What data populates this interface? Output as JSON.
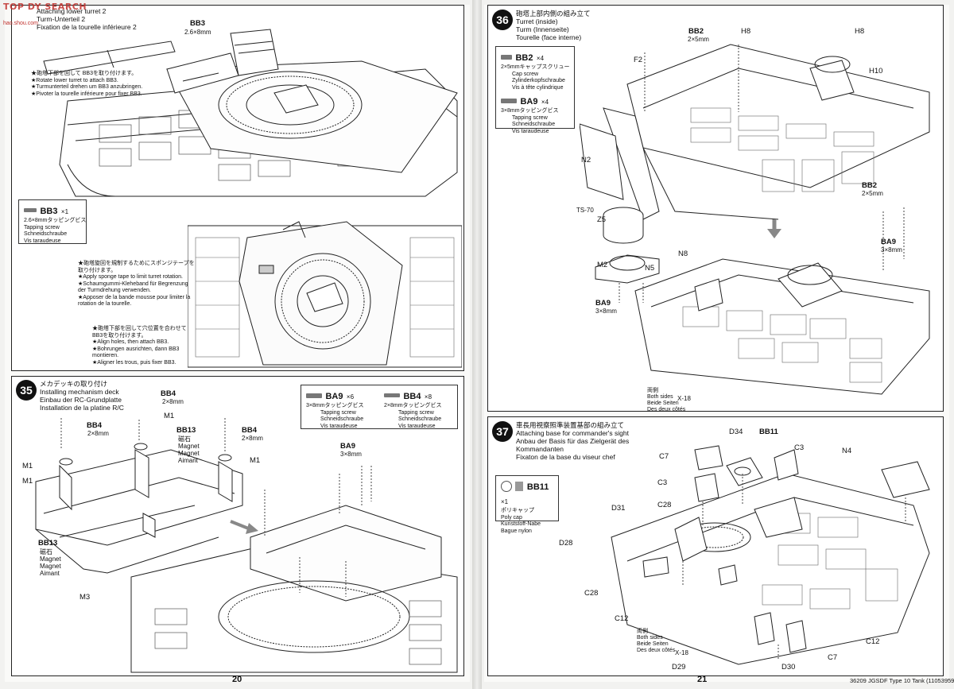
{
  "watermark": {
    "brand": "TOP DY SEARCH",
    "site": "hao.shou.com"
  },
  "left_page": {
    "page_number": "20",
    "step34": {
      "title_lines": [
        "Attaching lower turret 2",
        "Turm-Unterteil 2",
        "Fixation de la tourelle inférieure 2"
      ],
      "bb3_callout": {
        "code": "BB3",
        "size": "2.6×8mm"
      },
      "note1": [
        "★砲塔下部を回して BB3を取り付けます。",
        "★Rotate lower turret to attach BB3.",
        "★Turmunterteil drehen um BB3 anzubringen.",
        "★Pivoter la tourelle inférieure pour fixer BB3."
      ],
      "legend": {
        "code": "BB3",
        "qty": "×1",
        "lines": [
          "2.6×8mmタッピングビス",
          "Tapping screw",
          "Schneidschraube",
          "Vis taraudeuse"
        ]
      },
      "note2": [
        "★砲塔旋回を規制するためにスポンジテープを",
        "取り付けます。",
        "★Apply sponge tape to limit turret rotation.",
        "★Schaumgummi-Kleheband für Begrenzung",
        "der Turmdrehung verwenden.",
        "★Apposer de la bande mousse pour limiter la",
        "rotation de la tourelle."
      ],
      "note3": [
        "★砲塔下部を回して穴位置を合わせて",
        "BB3を取り付けます。",
        "★Align holes, then attach BB3.",
        "★Bohrungen ausrichten, dann BB3",
        "montieren.",
        "★Aligner les trous, puis fixer BB3."
      ]
    },
    "step35": {
      "number": "35",
      "title_lines": [
        "メカデッキの取り付け",
        "Installing mechanism deck",
        "Einbau der RC-Grundplatte",
        "Installation de la platine R/C"
      ],
      "legend_ba9": {
        "code": "BA9",
        "qty": "×6",
        "lines": [
          "3×8mmタッピングビス",
          "Tapping screw",
          "Schneidschraube",
          "Vis taraudeuse"
        ]
      },
      "legend_bb4": {
        "code": "BB4",
        "qty": "×8",
        "lines": [
          "2×8mmタッピングビス",
          "Tapping screw",
          "Schneidschraube",
          "Vis taraudeuse"
        ]
      },
      "labels": {
        "bb4_a": "BB4",
        "bb4_a_size": "2×8mm",
        "m1_a": "M1",
        "bb4_b": "BB4",
        "bb4_b_size": "2×8mm",
        "bb13_a": "BB13",
        "bb13_a_lines": [
          "磁石",
          "Magnet",
          "Magnet",
          "Aimant"
        ],
        "bb4_c": "BB4",
        "bb4_c_size": "2×8mm",
        "m1_b": "M1",
        "m1_c": "M1",
        "m1_d": "M1",
        "bb13_b": "BB13",
        "bb13_b_lines": [
          "磁石",
          "Magnet",
          "Magnet",
          "Aimant"
        ],
        "m3": "M3",
        "ba9": "BA9",
        "ba9_size": "3×8mm"
      }
    }
  },
  "right_page": {
    "page_number": "21",
    "footer": "36209  JGSDF Type 10 Tank (11053959)",
    "step36": {
      "number": "36",
      "title_lines": [
        "砲塔上部内側の組み立て",
        "Turret (inside)",
        "Turm (Innenseite)",
        "Tourelle (face interne)"
      ],
      "legend_bb2": {
        "code": "BB2",
        "qty": "×4",
        "lines": [
          "2×5mmキャップスクリュー",
          "Cap screw",
          "Zylinderkopfschraube",
          "Vis à tête cylindrique"
        ]
      },
      "legend_ba9": {
        "code": "BA9",
        "qty": "×4",
        "lines": [
          "3×8mmタッピングビス",
          "Tapping screw",
          "Schneidschraube",
          "Vis taraudeuse"
        ]
      },
      "labels": {
        "bb2_a": "BB2",
        "bb2_a_size": "2×5mm",
        "h8_a": "H8",
        "h8_b": "H8",
        "f2": "F2",
        "h10": "H10",
        "n2": "N2",
        "bb2_b": "BB2",
        "bb2_b_size": "2×5mm",
        "ts70": "TS-70",
        "z5": "Z5",
        "m2": "M2",
        "ba9_a": "BA9",
        "ba9_a_size": "3×8mm",
        "ba9_b": "BA9",
        "ba9_b_size": "3×8mm",
        "n5": "N5",
        "n8": "N8",
        "both_lines": [
          "両側",
          "Both sides",
          "Beide Seiten",
          "Des deux côtés"
        ],
        "x18": "X-18"
      }
    },
    "step37": {
      "number": "37",
      "title_lines": [
        "車長用視察照準装置基部の組み立て",
        "Attaching base for commander's sight",
        "Anbau der Basis für das Zielgerät des",
        "Kommandanten",
        "Fixaton de la base du viseur chef"
      ],
      "legend_bb11": {
        "code": "BB11",
        "qty": "×1",
        "lines": [
          "ポリキャップ",
          "Poly cap",
          "Kunststoff-Nabe",
          "Bague nylon"
        ]
      },
      "labels": {
        "d34": "D34",
        "bb11": "BB11",
        "c3_a": "C3",
        "c7_a": "C7",
        "c3_b": "C3",
        "n4": "N4",
        "c28_a": "C28",
        "d31": "D31",
        "d28": "D28",
        "c28_b": "C28",
        "c12_a": "C12",
        "c12_b": "C12",
        "c7_b": "C7",
        "d29": "D29",
        "d30": "D30",
        "x18": "X-18",
        "both_lines": [
          "両側",
          "Both sides",
          "Beide Seiten",
          "Des deux côtés"
        ]
      }
    }
  }
}
